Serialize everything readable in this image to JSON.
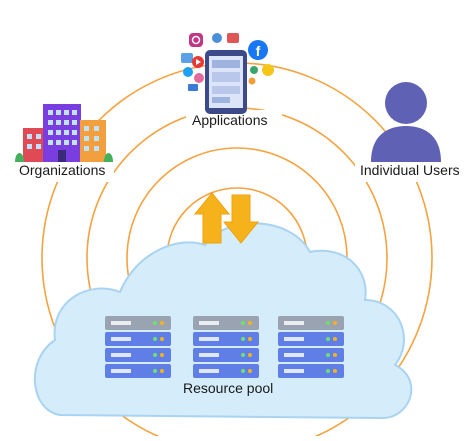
{
  "labels": {
    "applications": "Applications",
    "organizations": "Organizations",
    "individual_users": "Individual Users",
    "resource_pool": "Resource pool"
  },
  "app_icons": [
    "instagram-icon",
    "profile-icon",
    "gift-icon",
    "facebook-icon",
    "message-icon",
    "youtube-icon",
    "twitter-icon",
    "snapchat-icon",
    "mail-icon",
    "smartphone-icon"
  ],
  "colors": {
    "rings": "#f4a340",
    "cloud": "#d5ecfa",
    "cloud_edge": "#a9d3f2",
    "arrows": "#f6b21b",
    "server_gray": "#9aa3b2",
    "server_blue": "#5f7fe6",
    "user": "#5f61b4",
    "building_purple": "#7a3ee0",
    "building_red": "#e04a55",
    "building_orange": "#f2a03d"
  }
}
